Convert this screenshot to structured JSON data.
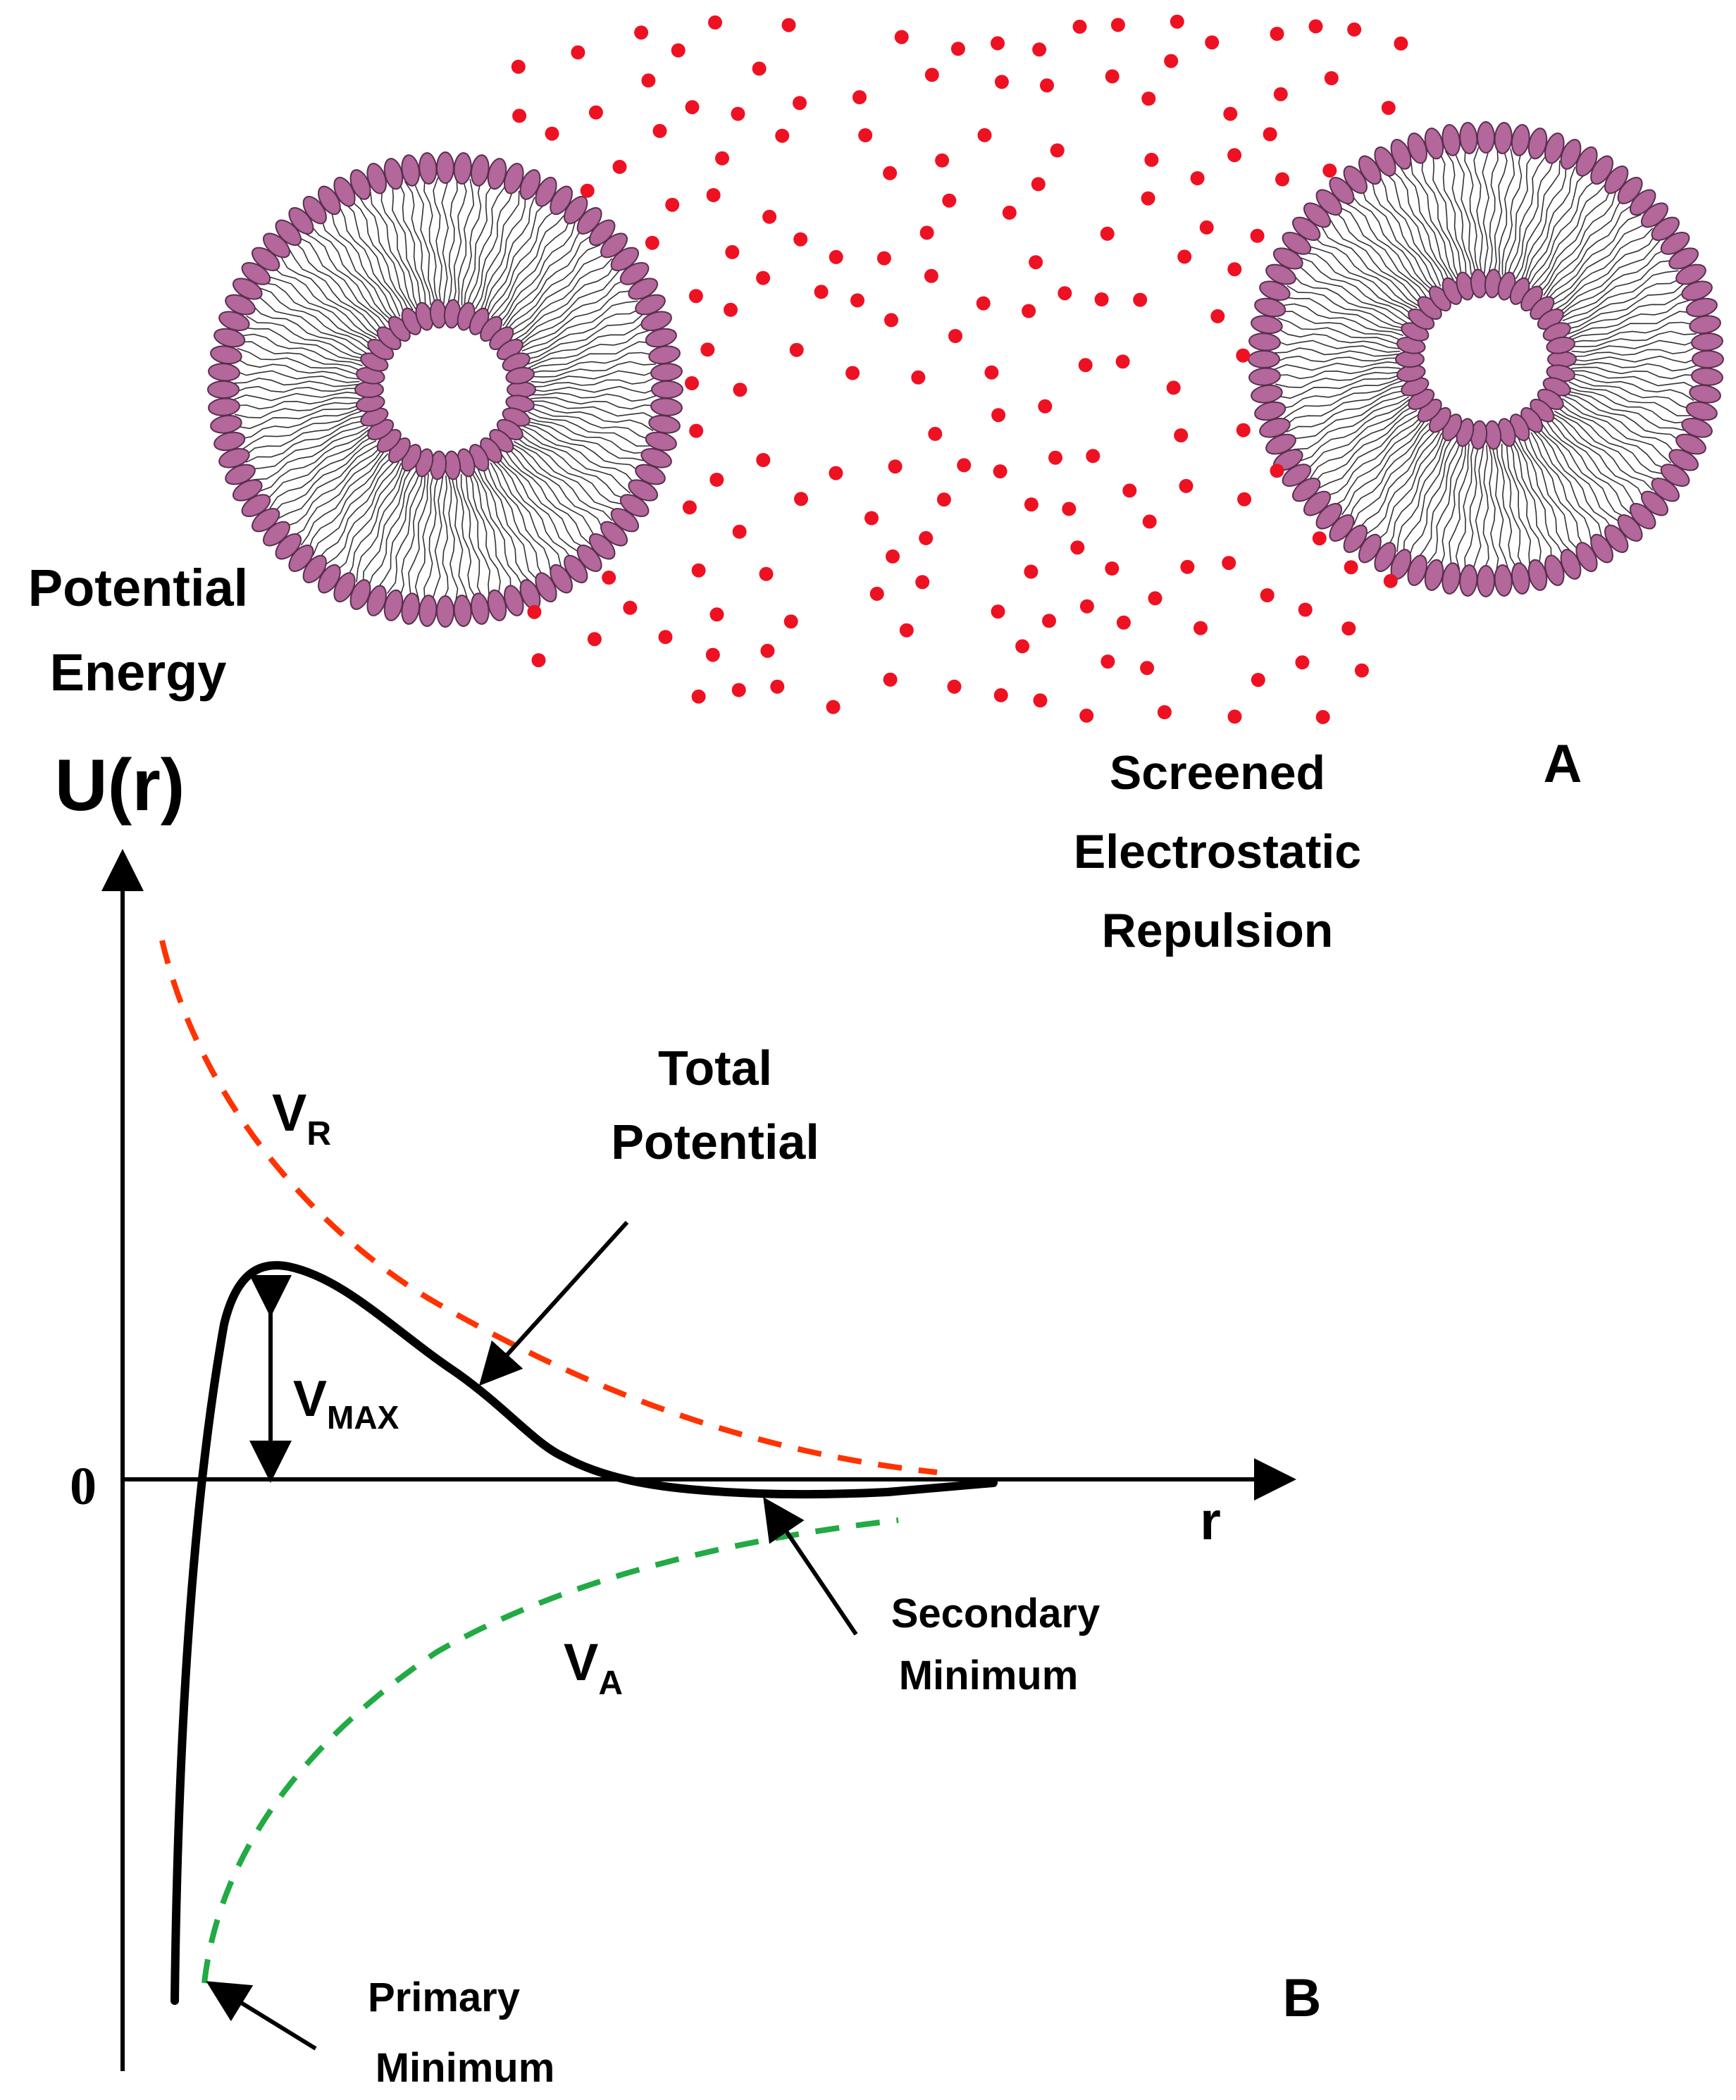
{
  "panel_a": {
    "letter": "A",
    "ion_label_lines": [
      "Screened",
      "Electrostatic",
      "Repulsion"
    ]
  },
  "panel_b": {
    "letter": "B",
    "y_axis_title_lines": [
      "Potential",
      "Energy"
    ],
    "y_axis_symbol": "U(r)",
    "x_axis_symbol": "r",
    "zero_tick": "0",
    "total_potential_lines": [
      "Total",
      "Potential"
    ],
    "vr_main": "V",
    "vr_sub": "R",
    "va_main": "V",
    "va_sub": "A",
    "vmax_main": "V",
    "vmax_sub": "MAX",
    "secondary_min_lines": [
      "Secondary",
      "Minimum"
    ],
    "primary_min_lines": [
      "Primary",
      "Minimum"
    ]
  },
  "colors": {
    "repulsion_curve": "#ff3300",
    "attraction_curve": "#22aa44",
    "total_curve": "#000000",
    "ions": "#ee1122",
    "lipid_head_fill": "#b3679b",
    "lipid_head_stroke": "#5a2f4f",
    "lipid_tail": "#333333"
  },
  "icons": {
    "vesicles": "lipid-bilayer-vesicle",
    "ions": "counter-ion-dot"
  }
}
